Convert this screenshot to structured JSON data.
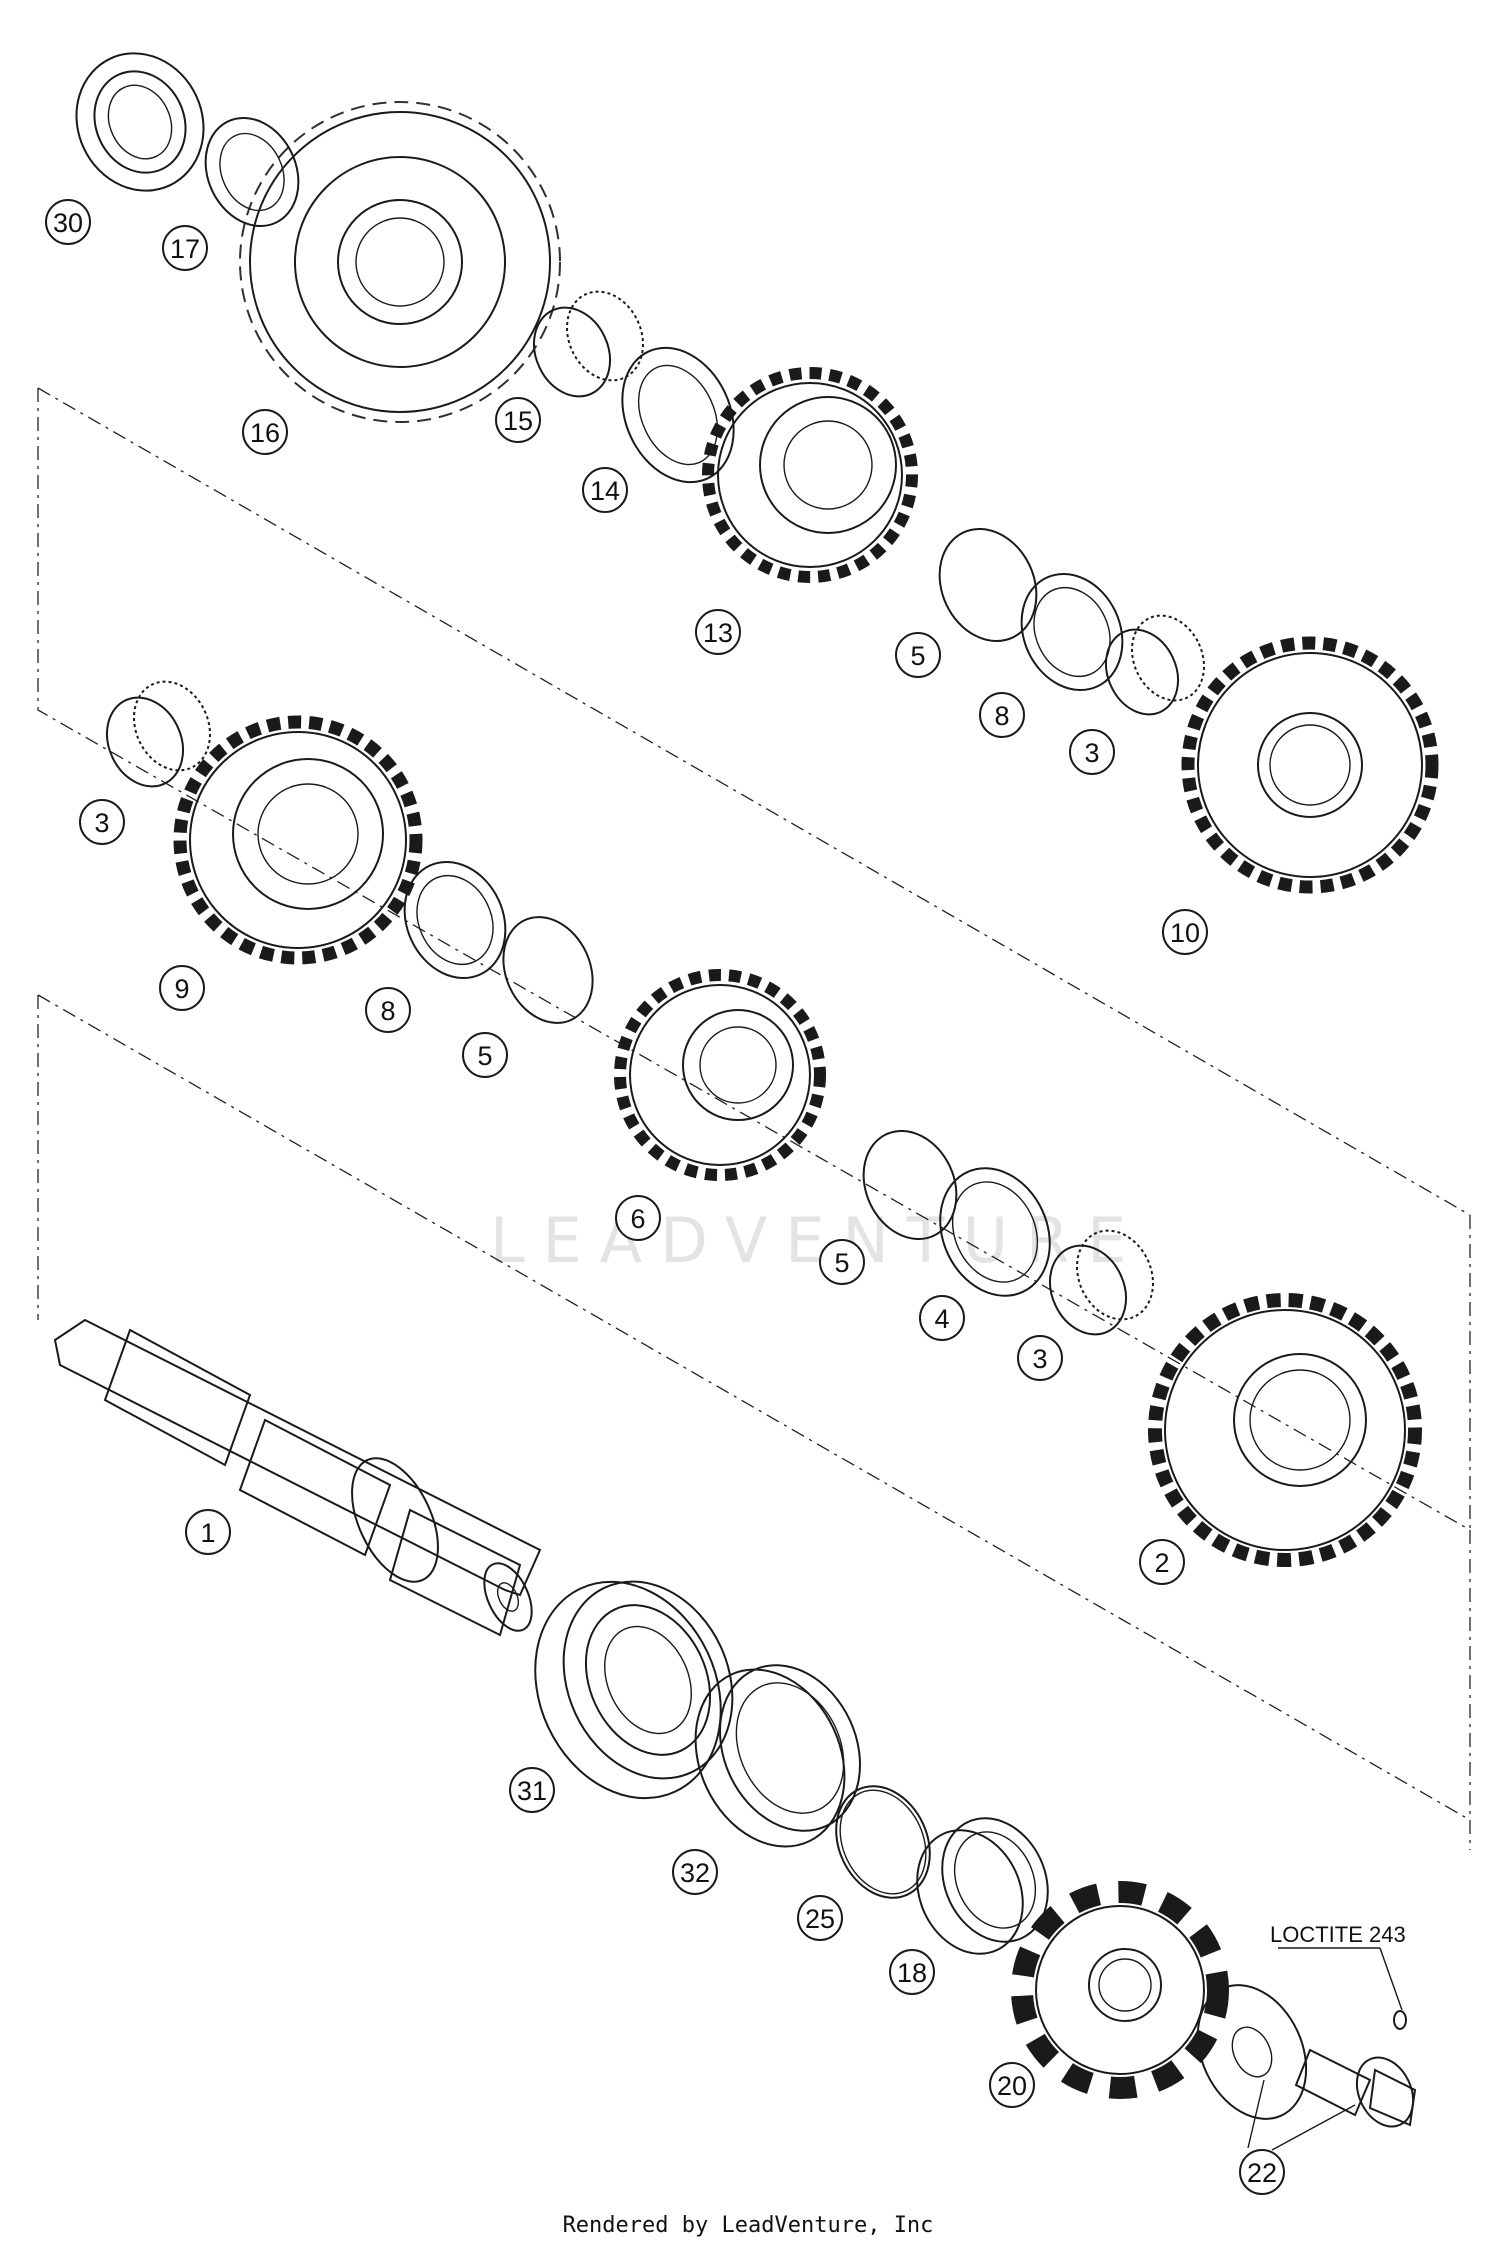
{
  "watermark": "LEADVENTURE",
  "footer": "Rendered by LeadVenture, Inc",
  "note": "LOCTITE 243",
  "callouts": [
    "30",
    "17",
    "16",
    "15",
    "14",
    "13",
    "5",
    "8",
    "3",
    "10",
    "3",
    "9",
    "8",
    "5",
    "6",
    "5",
    "4",
    "3",
    "1",
    "2",
    "31",
    "32",
    "25",
    "18",
    "20",
    "22"
  ]
}
